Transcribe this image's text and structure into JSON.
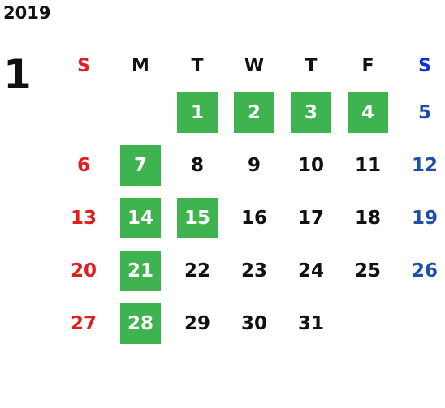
{
  "year": "2019",
  "month": "1",
  "weekdays": [
    "S",
    "M",
    "T",
    "W",
    "T",
    "F",
    "S"
  ],
  "weeks": [
    [
      "",
      "",
      "1",
      "2",
      "3",
      "4",
      "5"
    ],
    [
      "6",
      "7",
      "8",
      "9",
      "10",
      "11",
      "12"
    ],
    [
      "13",
      "14",
      "15",
      "16",
      "17",
      "18",
      "19"
    ],
    [
      "20",
      "21",
      "22",
      "23",
      "24",
      "25",
      "26"
    ],
    [
      "27",
      "28",
      "29",
      "30",
      "31",
      "",
      ""
    ]
  ],
  "highlighted_days": [
    "1",
    "2",
    "3",
    "4",
    "7",
    "14",
    "15",
    "21",
    "28"
  ],
  "colors": {
    "highlight": "#3fb34f",
    "sunday": "#e02020",
    "saturday": "#1f4fa8",
    "saturday_header": "#1030d0",
    "text": "#111111"
  }
}
